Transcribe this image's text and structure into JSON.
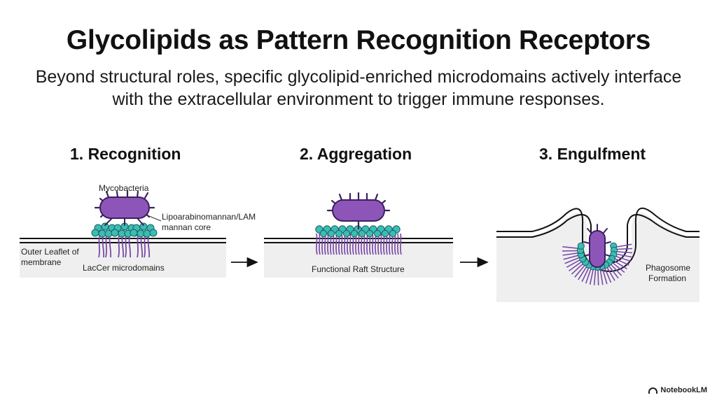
{
  "title": "Glycolipids as Pattern Recognition Receptors",
  "subtitle": "Beyond structural roles, specific glycolipid-enriched microdomains actively interface with the extracellular environment to trigger immune responses.",
  "steps": [
    {
      "title": "1. Recognition",
      "labels": {
        "mycobacteria": "Mycobacteria",
        "lam": "Lipoarabinomannan/LAM",
        "lam_core": "mannan core",
        "outer_leaflet_1": "Outer Leaflet of",
        "outer_leaflet_2": "membrane",
        "lacCer": "LacCer microdomains"
      }
    },
    {
      "title": "2. Aggregation",
      "labels": {
        "raft": "Functional Raft Structure"
      }
    },
    {
      "title": "3. Engulfment",
      "labels": {
        "phagosome_1": "Phagosome",
        "phagosome_2": "Formation"
      }
    }
  ],
  "colors": {
    "bacteria": "#8e55b8",
    "bacteria_stroke": "#3b2060",
    "lipid_head": "#3cbcb5",
    "lipid_head_stroke": "#17635f",
    "lipid_tail": "#7a4aa8",
    "panel": "#efefef",
    "membrane_line": "#111111"
  },
  "brand": "NotebookLM"
}
